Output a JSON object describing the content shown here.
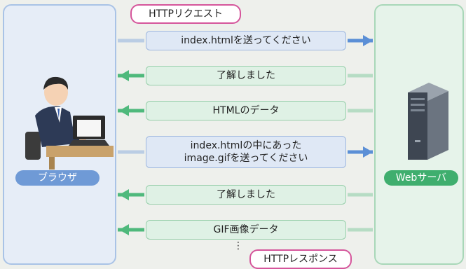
{
  "callouts": {
    "request": "HTTPリクエスト",
    "response": "HTTPレスポンス"
  },
  "actors": {
    "browser": "ブラウザ",
    "server": "Webサーバ"
  },
  "messages": [
    {
      "text": "index.htmlを送ってください",
      "direction": "request"
    },
    {
      "text": "了解しました",
      "direction": "response"
    },
    {
      "text": "HTMLのデータ",
      "direction": "response"
    },
    {
      "text": "index.htmlの中にあった\nimage.gifを送ってください",
      "direction": "request"
    },
    {
      "text": "了解しました",
      "direction": "response"
    },
    {
      "text": "GIF画像データ",
      "direction": "response"
    }
  ],
  "ellipsis": "⋮",
  "colors": {
    "request_arrow": "#5b8fd6",
    "response_arrow": "#4fb97c",
    "callout_border": "#d5559b"
  }
}
